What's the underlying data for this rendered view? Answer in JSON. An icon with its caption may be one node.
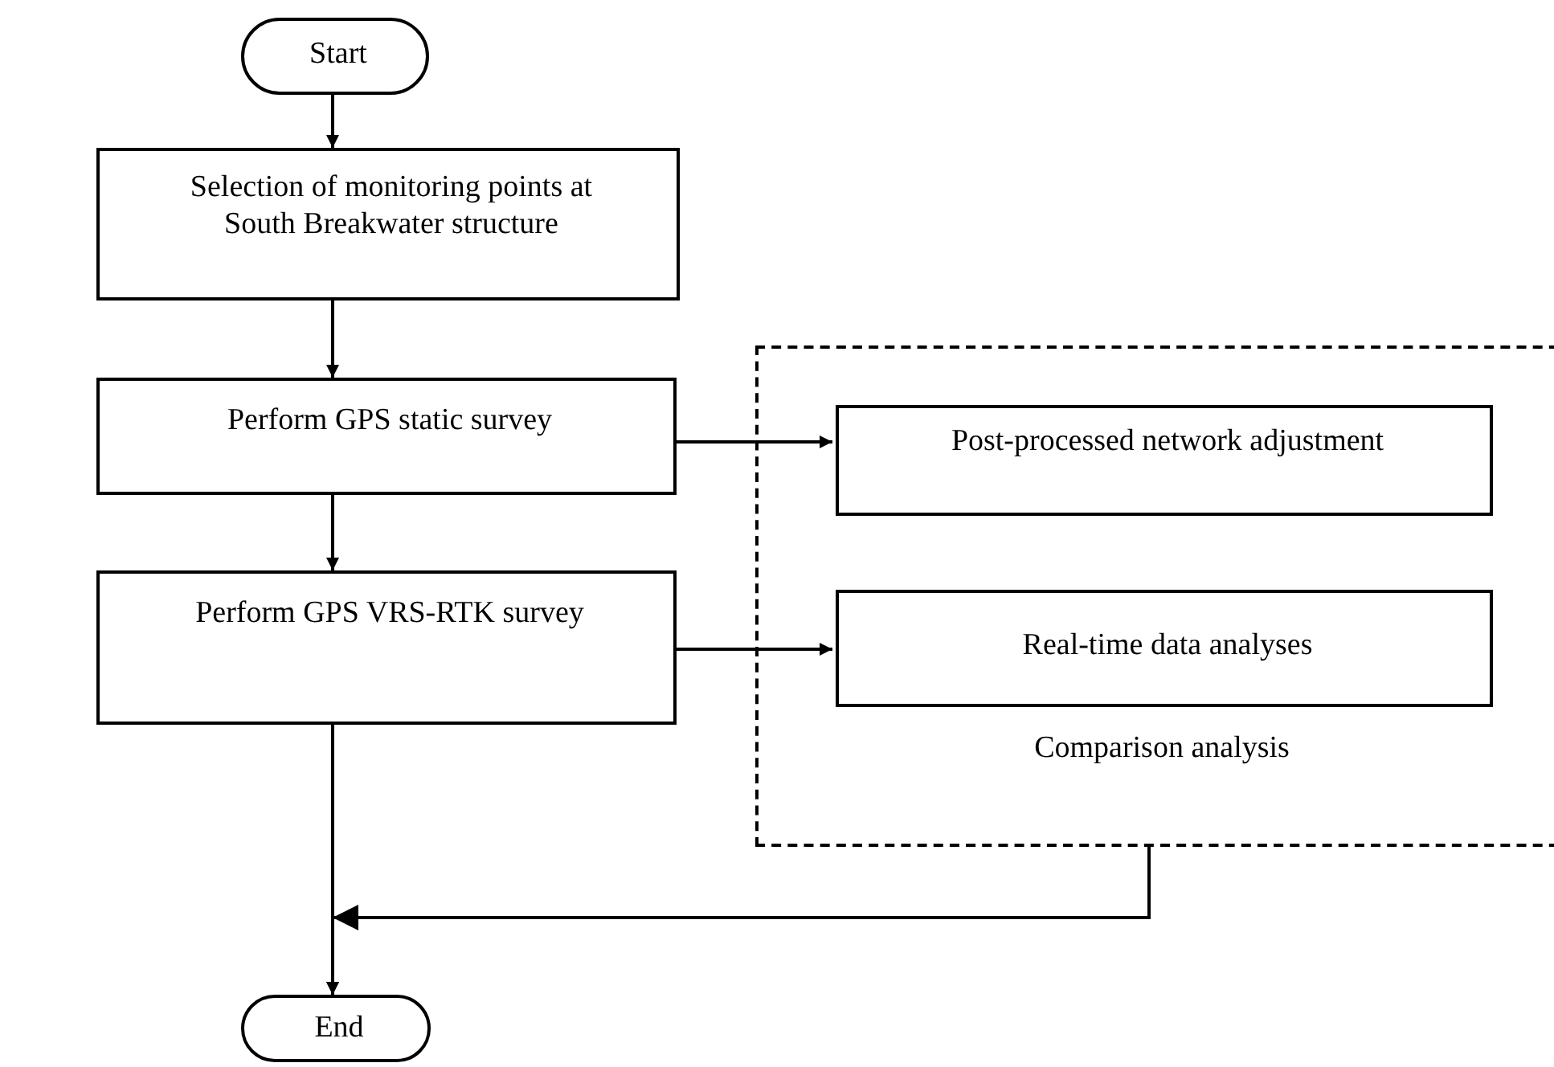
{
  "diagram": {
    "nodes": [
      {
        "text": [
          "Start"
        ]
      },
      {
        "text": [
          "Selection of monitoring points at South Breakwater structure"
        ]
      },
      {
        "text": [
          "Perform GPS static survey"
        ]
      },
      {
        "text": [
          "Perform GPS VRS-RTK survey"
        ]
      },
      {
        "text": [
          "Comparison analysis"
        ]
      },
      {
        "text": [
          "Post-processed network adjustment"
        ],
        "in": 4
      },
      {
        "text": [
          "Real-time data analyses"
        ],
        "in": 4
      },
      {
        "text": [
          "End"
        ]
      }
    ],
    "edges": [
      {
        "from": 0,
        "to": 1,
        "arrow": "to"
      },
      {
        "from": 1,
        "to": 2,
        "arrow": "to"
      },
      {
        "from": 2,
        "to": 3,
        "arrow": "to"
      },
      {
        "from": 2,
        "to": 5,
        "arrow": "to"
      },
      {
        "from": 3,
        "to": 6,
        "arrow": "to"
      },
      {
        "from": 3,
        "to": 7,
        "arrow": "to"
      },
      {
        "from": 4,
        "to": 7,
        "arrow": "to"
      }
    ]
  }
}
